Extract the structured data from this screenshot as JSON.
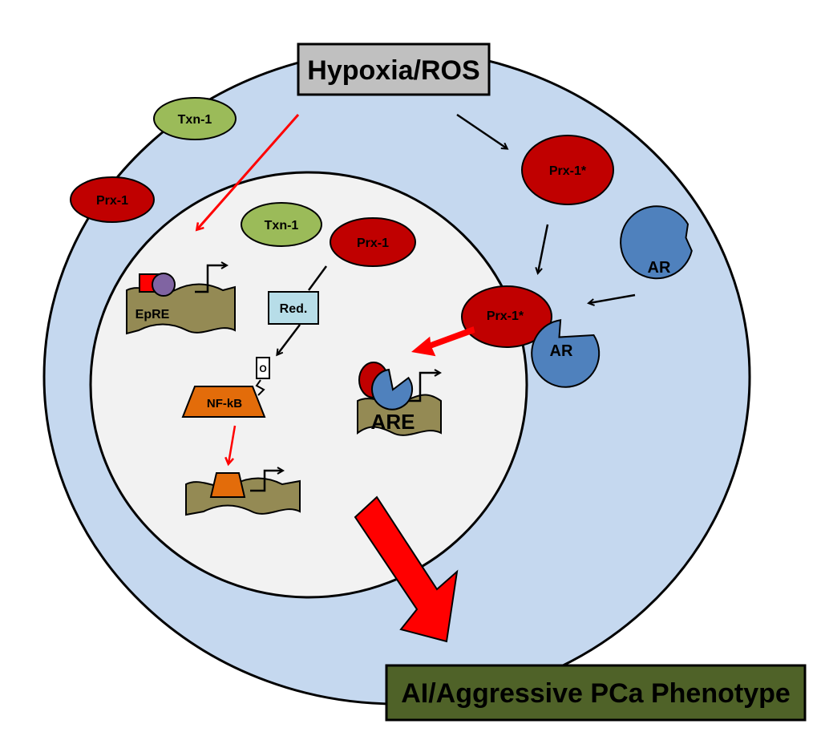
{
  "title_box": {
    "label": "Hypoxia/ROS"
  },
  "phenotype_box": {
    "label": "AI/Aggressive PCa Phenotype"
  },
  "cytoplasm": {
    "txn1": "Txn-1",
    "prx1": "Prx-1",
    "prx1_oxidized": "Prx-1*",
    "ar_free": "AR",
    "complex_prx1": "Prx-1*",
    "complex_ar": "AR"
  },
  "nucleus": {
    "txn1": "Txn-1",
    "prx1": "Prx-1",
    "reductase": "Red.",
    "oxidation_mark": "O",
    "nfkb": "NF-kB",
    "epre": "EpRE",
    "are": "ARE"
  },
  "colors": {
    "cell": "#c5d8ef",
    "nucleus": "#f2f2f2",
    "prx": "#c00000",
    "txn": "#9bbb59",
    "ar": "#4f81bd",
    "nfkb": "#e36c0a",
    "dna": "#948a54",
    "red_box": "#b7dde8",
    "hypoxia_box": "#c0c0c0",
    "phenotype_box": "#4f6228",
    "arrow_red": "#ff0000"
  }
}
